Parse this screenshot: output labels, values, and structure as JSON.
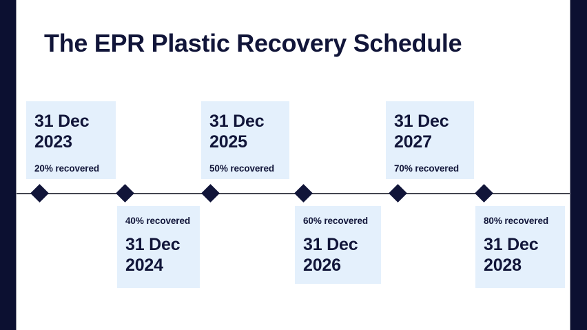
{
  "slide": {
    "title": "The EPR Plastic Recovery Schedule",
    "background_color": "#ffffff",
    "band_color": "#0c1031",
    "card_color": "#e4f0fc",
    "text_color": "#111539",
    "axis_color": "#44464f"
  },
  "timeline": {
    "milestones": [
      {
        "date": "31 Dec 2023",
        "percent": "20% recovered",
        "position": "above"
      },
      {
        "date": "31 Dec 2024",
        "percent": "40% recovered",
        "position": "below"
      },
      {
        "date": "31 Dec 2025",
        "percent": "50% recovered",
        "position": "above"
      },
      {
        "date": "31 Dec 2026",
        "percent": "60% recovered",
        "position": "below"
      },
      {
        "date": "31 Dec 2027",
        "percent": "70% recovered",
        "position": "above"
      },
      {
        "date": "31 Dec 2028",
        "percent": "80% recovered",
        "position": "below"
      }
    ]
  },
  "chart_data": {
    "type": "line",
    "title": "The EPR Plastic Recovery Schedule",
    "xlabel": "",
    "ylabel": "",
    "categories": [
      "31 Dec 2023",
      "31 Dec 2024",
      "31 Dec 2025",
      "31 Dec 2026",
      "31 Dec 2027",
      "31 Dec 2028"
    ],
    "values": [
      20,
      40,
      50,
      60,
      70,
      80
    ],
    "value_labels": [
      "20% recovered",
      "40% recovered",
      "50% recovered",
      "60% recovered",
      "70% recovered",
      "80% recovered"
    ],
    "ylim": [
      0,
      100
    ],
    "grid": false,
    "legend": "none"
  }
}
